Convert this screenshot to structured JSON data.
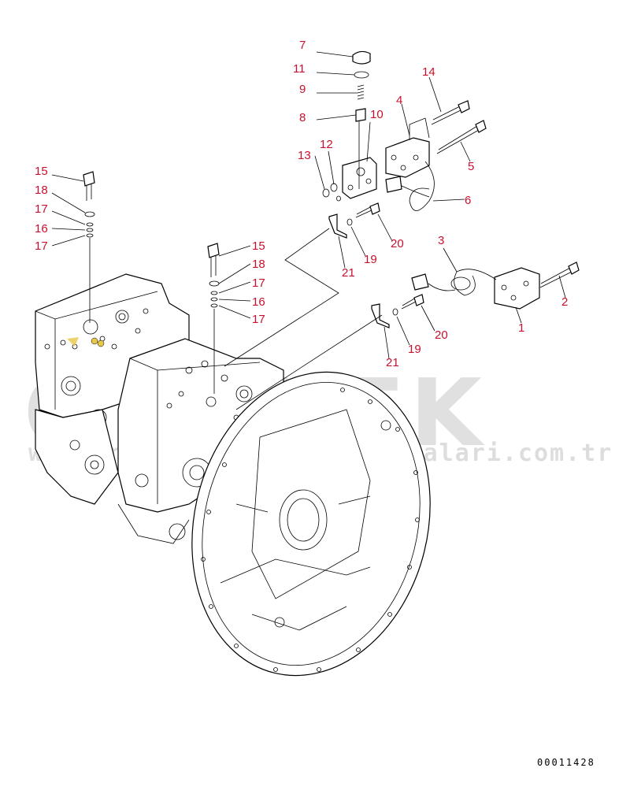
{
  "watermark": {
    "brand": "OTONEK",
    "url": "www.orjinalismakinecaparcalari.com.tr"
  },
  "document_number": "00011428",
  "callouts": [
    {
      "id": "c7",
      "label": "7"
    },
    {
      "id": "c11",
      "label": "11"
    },
    {
      "id": "c9",
      "label": "9"
    },
    {
      "id": "c8",
      "label": "8"
    },
    {
      "id": "c10",
      "label": "10"
    },
    {
      "id": "c14",
      "label": "14"
    },
    {
      "id": "c4",
      "label": "4"
    },
    {
      "id": "c13",
      "label": "13"
    },
    {
      "id": "c12",
      "label": "12"
    },
    {
      "id": "c5",
      "label": "5"
    },
    {
      "id": "c6",
      "label": "6"
    },
    {
      "id": "c15a",
      "label": "15"
    },
    {
      "id": "c18a",
      "label": "18"
    },
    {
      "id": "c17a",
      "label": "17"
    },
    {
      "id": "c16a",
      "label": "16"
    },
    {
      "id": "c17b",
      "label": "17"
    },
    {
      "id": "c20a",
      "label": "20"
    },
    {
      "id": "c19a",
      "label": "19"
    },
    {
      "id": "c21a",
      "label": "21"
    },
    {
      "id": "c15b",
      "label": "15"
    },
    {
      "id": "c18b",
      "label": "18"
    },
    {
      "id": "c17c",
      "label": "17"
    },
    {
      "id": "c16b",
      "label": "16"
    },
    {
      "id": "c17d",
      "label": "17"
    },
    {
      "id": "c3",
      "label": "3"
    },
    {
      "id": "c2",
      "label": "2"
    },
    {
      "id": "c1",
      "label": "1"
    },
    {
      "id": "c20b",
      "label": "20"
    },
    {
      "id": "c19b",
      "label": "19"
    },
    {
      "id": "c21b",
      "label": "21"
    }
  ]
}
